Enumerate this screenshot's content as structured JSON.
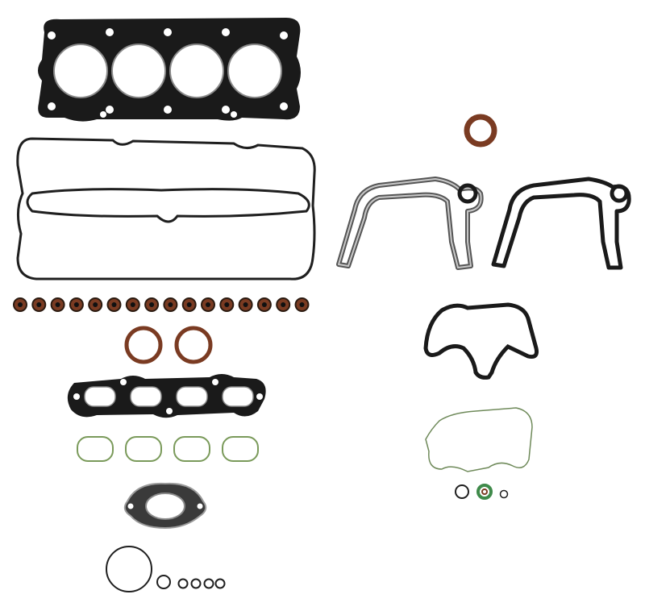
{
  "image": {
    "background": "#ffffff",
    "colors": {
      "black_gasket": "#1a1a1a",
      "steel_edge": "#8a8a8a",
      "brown_seal": "#7a3b22",
      "thin_seal": "#2a2a2a",
      "green_seal": "#7a9a5a",
      "green_ring": "#3f8a4a"
    },
    "parts": [
      {
        "name": "cylinder-head-gasket",
        "bores": 4
      },
      {
        "name": "valve-cover-gasket"
      },
      {
        "name": "valve-stem-seals",
        "count": 16
      },
      {
        "name": "camshaft-seals",
        "count": 2
      },
      {
        "name": "intake-manifold-gasket",
        "ports": 4
      },
      {
        "name": "intake-port-seals",
        "count": 4
      },
      {
        "name": "exhaust-flange-gasket"
      },
      {
        "name": "o-rings-left",
        "count": 6
      },
      {
        "name": "crankshaft-seal"
      },
      {
        "name": "timing-cover-gaskets",
        "count": 2
      },
      {
        "name": "water-pump-gasket"
      },
      {
        "name": "oil-pan-seal"
      },
      {
        "name": "o-rings-right",
        "count": 4
      }
    ]
  }
}
